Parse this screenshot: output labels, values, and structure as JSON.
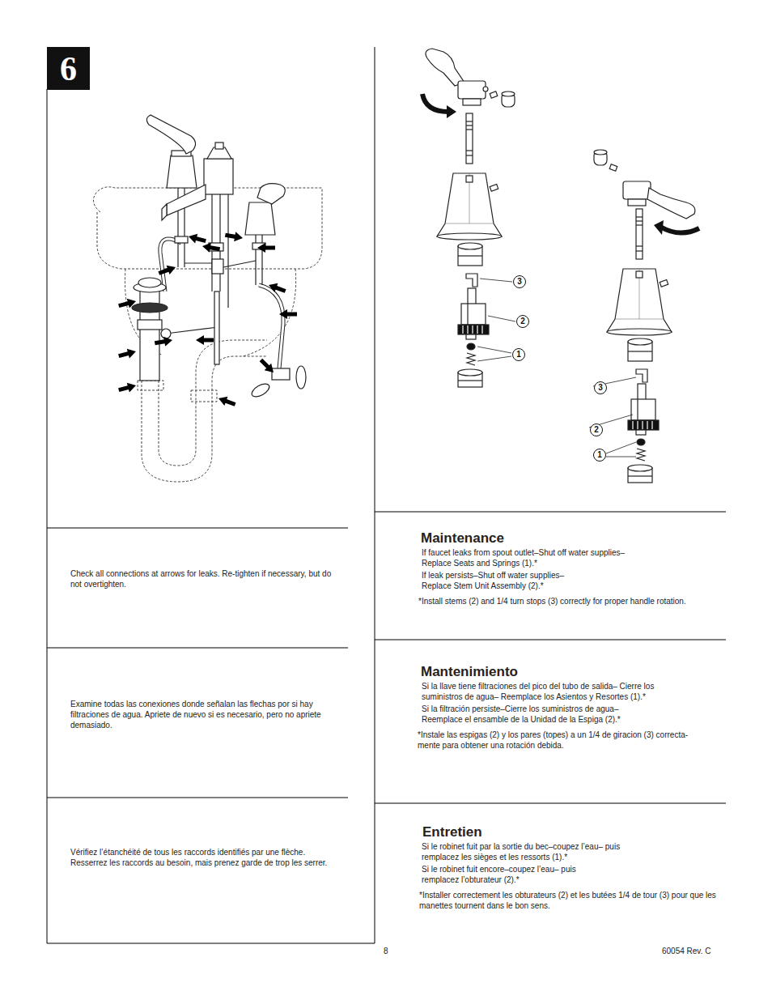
{
  "diagram": {
    "nodes": [
      {
        "text": [
          "6"
        ]
      },
      {
        "text": [
          "3"
        ]
      },
      {
        "text": [
          "2"
        ]
      },
      {
        "text": [
          "1"
        ]
      },
      {
        "text": [
          "3"
        ]
      },
      {
        "text": [
          "2"
        ]
      },
      {
        "text": [
          "1"
        ]
      }
    ],
    "labels": [
      "Check all connections at arrows for leaks. Re-tighten if necessary, but do not overtighten.",
      "Examine todas las conexiones donde señalan las flechas por si hay filtraciones de agua. Apriete de nuevo si es necesario, pero no apriete demasiado.",
      "Vérifiez l’étanchéité de tous les raccords identifiés par une flèche. Resserrez les raccords au besoin, mais prenez garde de trop les serrer.",
      "Maintenance",
      "If faucet leaks from spout outlet–Shut off water supplies– Replace Seats and Springs (1).*",
      "If leak persists–Shut off water supplies– Replace Stem Unit Assembly (2).*",
      "*Install stems (2) and 1/4 turn stops (3) correctly for proper handle rotation.",
      "Mantenimiento",
      "Si la llave tiene filtraciones del pico del tubo de salida– Cierre los suministros de agua– Reemplace los Asientos y Resortes (1).*",
      "Si la filtración persiste–Cierre los suministros de agua– Reemplace el ensamble de la Unidad de la Espiga (2).*",
      "*Instale las espigas (2) y los pares (topes) a un 1/4 de giracion (3) correcta- mente para obtener una rotación debida.",
      "Entretien",
      "Si le robinet fuit par la sortie du bec–coupez l’eau– puis remplacez les sièges et les ressorts (1).*",
      "Si le robinet fuit encore–coupez l’eau– puis remplacez l’obturateur (2).*",
      "*Installer correctement les obturateurs (2) et les butées 1/4 de tour (3) pour que les manettes tournent dans le bon sens.",
      "8",
      "60054 Rev. C"
    ]
  }
}
